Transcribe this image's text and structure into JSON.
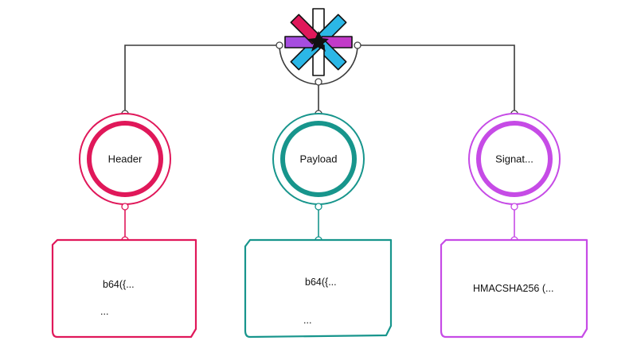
{
  "logo": {
    "icon": "jwt-logo-icon"
  },
  "nodes": [
    {
      "id": "header",
      "label": "Header",
      "color": "#e0185a",
      "box_line1": "b64({...",
      "box_line2": "..."
    },
    {
      "id": "payload",
      "label": "Payload",
      "color": "#17958c",
      "box_line1": "b64({...",
      "box_line2": "..."
    },
    {
      "id": "signature",
      "label": "Signat...",
      "color": "#c64be6",
      "box_line1": "HMACSHA256 (...",
      "box_line2": ""
    }
  ],
  "colors": {
    "connector": "#333333",
    "logo_cyan": "#2bb7e6",
    "logo_magenta": "#d22a8f",
    "logo_purple": "#a64de0",
    "logo_black": "#111111"
  }
}
